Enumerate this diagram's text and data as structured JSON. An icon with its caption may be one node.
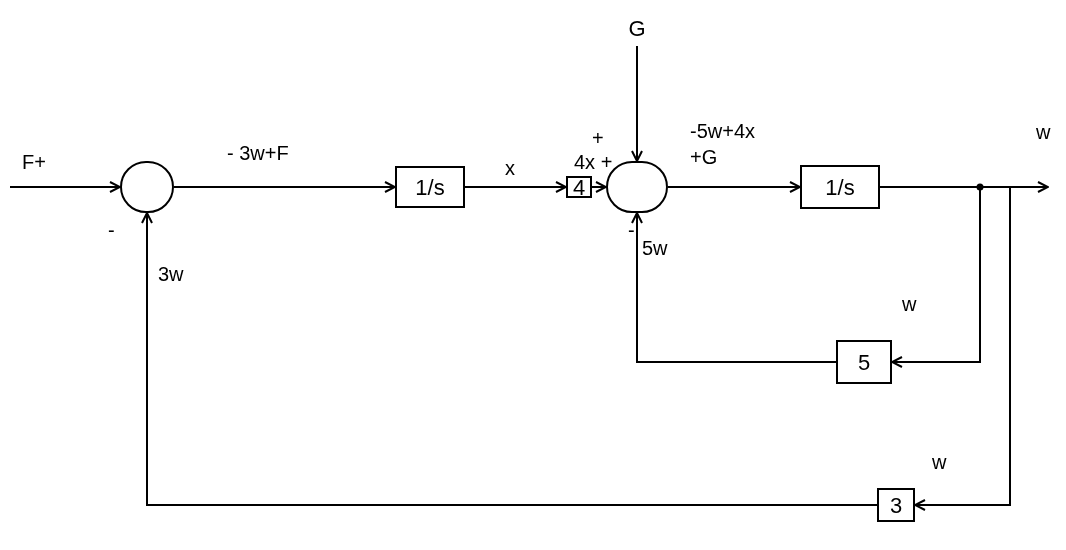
{
  "diagram": {
    "nodes": [
      {
        "text": [],
        "shape": "circle"
      },
      {
        "text": [
          "1/s"
        ]
      },
      {
        "text": [
          "4"
        ]
      },
      {
        "text": [],
        "shape": "circle"
      },
      {
        "text": [
          "1/s"
        ]
      },
      {
        "text": [
          "5"
        ]
      },
      {
        "text": [
          "3"
        ]
      },
      {
        "text": [
          "G"
        ]
      }
    ],
    "edges": [
      {
        "from": null,
        "to": 0,
        "arrow": "to"
      },
      {
        "from": 0,
        "to": 1,
        "arrow": "to",
        "label": "- 3w+F"
      },
      {
        "from": 1,
        "to": 2,
        "arrow": "to",
        "label": "x"
      },
      {
        "from": 2,
        "to": 3,
        "arrow": "to"
      },
      {
        "from": 7,
        "to": 3,
        "arrow": "to"
      },
      {
        "from": 3,
        "to": 4,
        "arrow": "to",
        "label": "-5w+4x +G"
      },
      {
        "from": 4,
        "to": null,
        "arrow": "to"
      },
      {
        "from": 4,
        "to": 5,
        "arrow": "to"
      },
      {
        "from": 5,
        "to": 3,
        "arrow": "to"
      },
      {
        "from": 4,
        "to": 6,
        "arrow": "to"
      },
      {
        "from": 6,
        "to": 0,
        "arrow": "to"
      }
    ],
    "labels": [
      "F+",
      "-",
      "3w",
      "+",
      "4x +",
      "-",
      "5w",
      "w",
      "w",
      "w"
    ]
  }
}
